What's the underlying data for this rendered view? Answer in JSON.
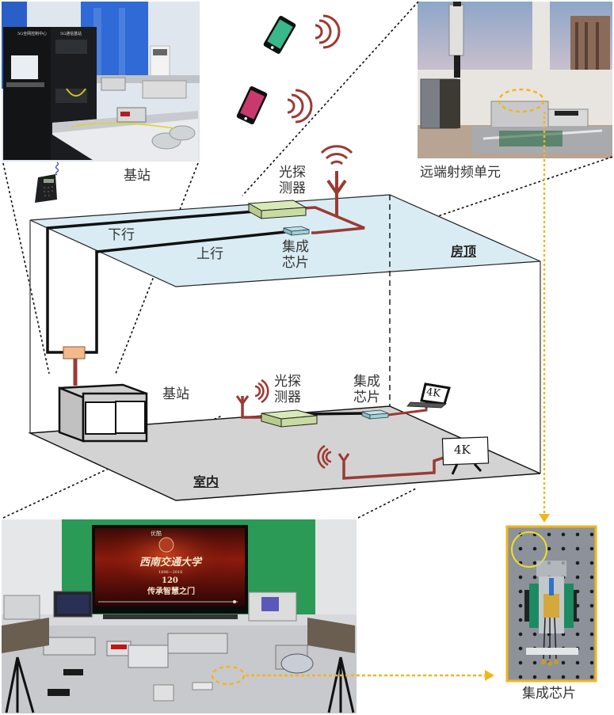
{
  "labels": {
    "base_station_photo_caption": "基站",
    "rru_photo_caption": "远端射频单元",
    "photodetector_roof": "光探\n测器",
    "chip_roof": "集成\n芯片",
    "downlink": "下行",
    "uplink": "上行",
    "roof": "房顶",
    "base_station_indoor": "基站",
    "photodetector_indoor": "光探\n测器",
    "chip_indoor": "集成\n芯片",
    "indoor": "室内",
    "laptop_4k": "4K",
    "tv_4k": "4K",
    "chip_photo_caption": "集成芯片"
  },
  "photos": {
    "rack_header_left": "5G全网控制中心",
    "rack_header_right": "5G通信基站",
    "tv_logo": "优酷",
    "tv_title": "西南交通大学",
    "tv_years": "1896—2016",
    "tv_anniversary": "120",
    "tv_slogan": "传承智慧之门"
  },
  "colors": {
    "roof_fill": "#d9ecf3",
    "floor_fill": "#d3d3d3",
    "rf_line": "#9b3a34",
    "fiber": "#111111",
    "photodetector": "#c8dca2",
    "chip": "#9fd0e0",
    "splitter": "#f4b98a",
    "phone_green": "#3ab78b",
    "phone_pink": "#c83a6e",
    "yellow_link": "#f2b51c"
  }
}
